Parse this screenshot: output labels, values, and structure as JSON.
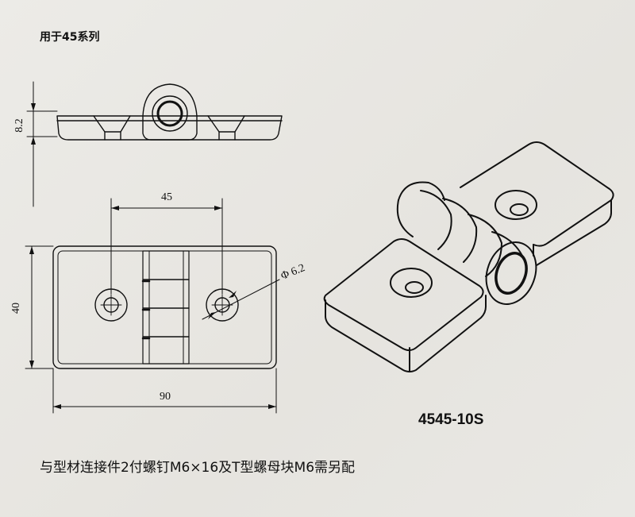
{
  "header": {
    "series": "用于45系列"
  },
  "dimensions": {
    "thickness": "8.2",
    "hole_spacing": "45",
    "width": "40",
    "length": "90",
    "hole_diameter": "Φ 6.2"
  },
  "model": {
    "name": "4545-10S"
  },
  "footer": {
    "note": "与型材连接件2付螺钉M6×16及T型螺母块M6需另配"
  },
  "colors": {
    "ink": "#111111",
    "paper": "#e9e7e3"
  }
}
